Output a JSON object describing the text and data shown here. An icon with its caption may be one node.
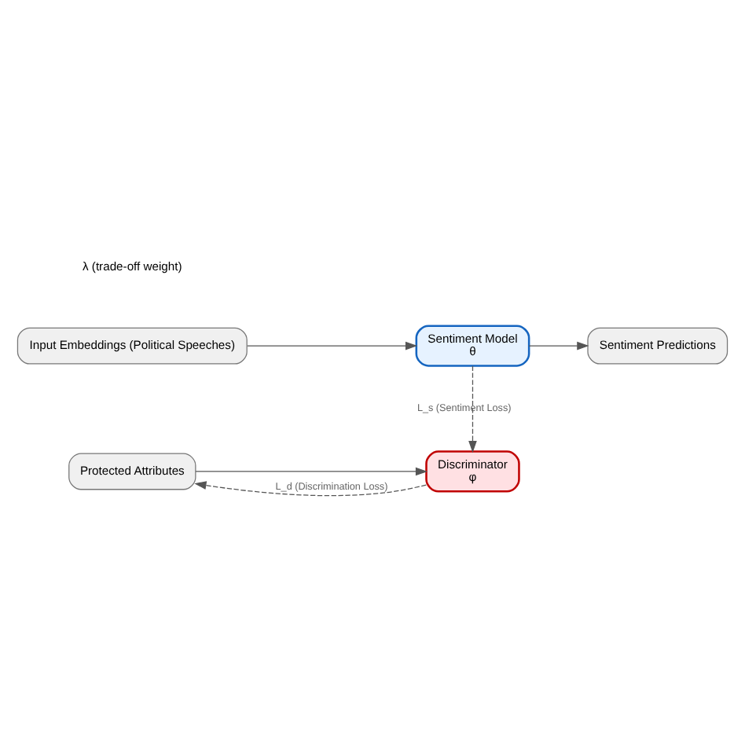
{
  "diagram": {
    "nodes": [
      {
        "text": [
          "Input Embeddings (Political Speeches)"
        ]
      },
      {
        "text": [
          "Sentiment Model",
          "θ"
        ]
      },
      {
        "text": [
          "Sentiment Predictions"
        ]
      },
      {
        "text": [
          "Protected Attributes"
        ]
      },
      {
        "text": [
          "Discriminator",
          "φ"
        ]
      }
    ],
    "edges": [
      {
        "from": 0,
        "to": 1,
        "arrow": "to"
      },
      {
        "from": 1,
        "to": 2,
        "arrow": "to"
      },
      {
        "from": 3,
        "to": 4,
        "arrow": "to"
      },
      {
        "from": 1,
        "to": 4,
        "arrow": "to",
        "style": "dashed",
        "label": "L_s (Sentiment Loss)"
      },
      {
        "from": 4,
        "to": 3,
        "arrow": "to",
        "style": "dashed",
        "label": "L_d (Discrimination Loss)"
      }
    ],
    "labels": [
      "λ (trade-off weight)"
    ]
  }
}
